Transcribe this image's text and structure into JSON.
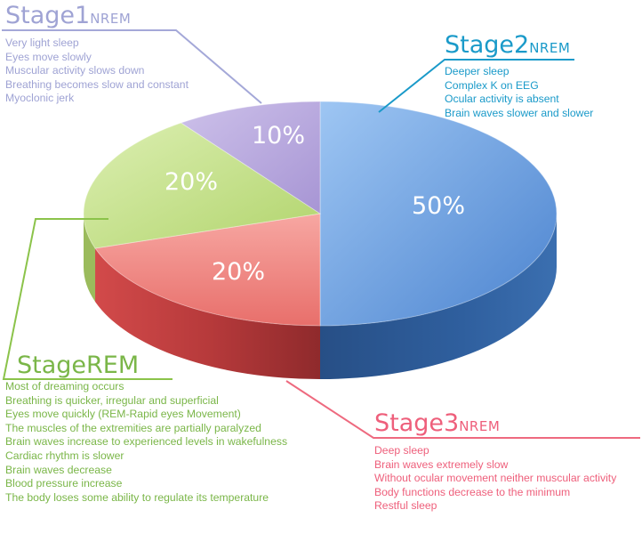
{
  "chart_data": {
    "type": "pie",
    "labels": [
      "Stage2NREM",
      "Stage3NREM",
      "StageREM",
      "Stage1NREM"
    ],
    "values": [
      50,
      20,
      20,
      10
    ],
    "value_labels": [
      "50%",
      "20%",
      "20%",
      "10%"
    ],
    "colors": [
      "#5b93d9",
      "#f27e7a",
      "#c3e086",
      "#b7a6dc"
    ],
    "style": "3d"
  },
  "stages": {
    "stage1": {
      "name": "Stage1",
      "sub": "NREM",
      "color": "#9fa3d4",
      "items": [
        "Very light sleep",
        "Eyes move slowly",
        "Muscular activity slows down",
        "Breathing becomes slow and constant",
        "Myoclonic jerk"
      ]
    },
    "stage2": {
      "name": "Stage2",
      "sub": "NREM",
      "color": "#1a9ac9",
      "items": [
        "Deeper sleep",
        "Complex K on EEG",
        "Ocular activity is absent",
        "Brain waves slower and slower"
      ]
    },
    "stage3": {
      "name": "Stage3",
      "sub": "NREM",
      "color": "#ee5f7b",
      "items": [
        "Deep sleep",
        "Brain waves extremely slow",
        "Without ocular movement neither muscular activity",
        "Body functions decrease to the minimum",
        "Restful sleep"
      ]
    },
    "rem": {
      "name": "StageREM",
      "sub": "",
      "color": "#7ab648",
      "items": [
        "Most of dreaming occurs",
        "Breathing is quicker, irregular and superficial",
        "Eyes move quickly (REM-Rapid eyes Movement)",
        "The muscles of the extremities are partially paralyzed",
        "Brain waves increase to experienced levels in wakefulness",
        "Cardiac rhythm is slower",
        "Brain waves decrease",
        "Blood pressure increase",
        "The body loses some ability to regulate its temperature"
      ]
    }
  }
}
